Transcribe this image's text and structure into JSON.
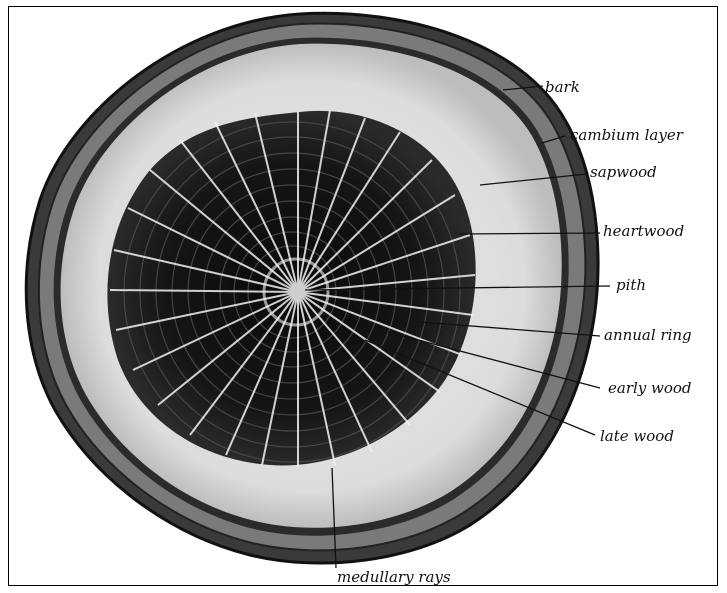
{
  "labels": {
    "bark": "bark",
    "cambium": "cambium layer",
    "sapwood": "sapwood",
    "heartwood": "heartwood",
    "pith": "pith",
    "annual_ring": "annual ring",
    "early_wood": "early wood",
    "late_wood": "late wood",
    "medullary_rays": "medullary rays"
  }
}
